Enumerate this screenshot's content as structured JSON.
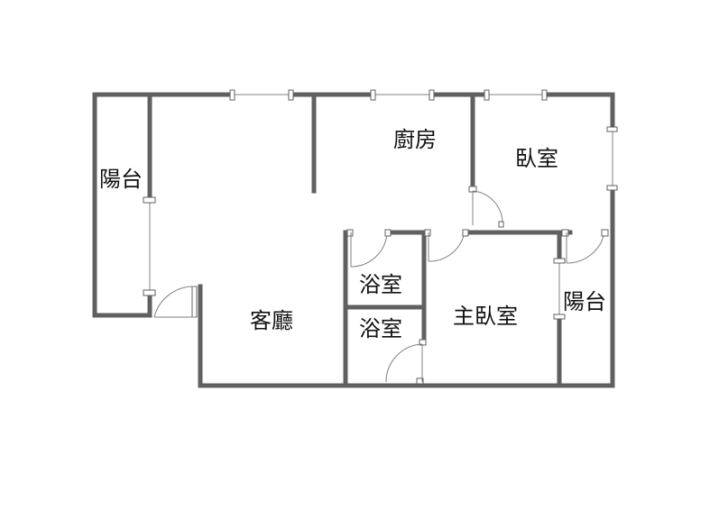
{
  "floor_plan": {
    "rooms": {
      "balcony_left": "陽台",
      "kitchen": "廚房",
      "bedroom": "臥室",
      "living_room": "客廳",
      "bathroom_1": "浴室",
      "bathroom_2": "浴室",
      "master_bedroom": "主臥室",
      "balcony_right": "陽台"
    },
    "colors": {
      "wall": "#606060",
      "background": "#ffffff",
      "text": "#111111"
    }
  }
}
